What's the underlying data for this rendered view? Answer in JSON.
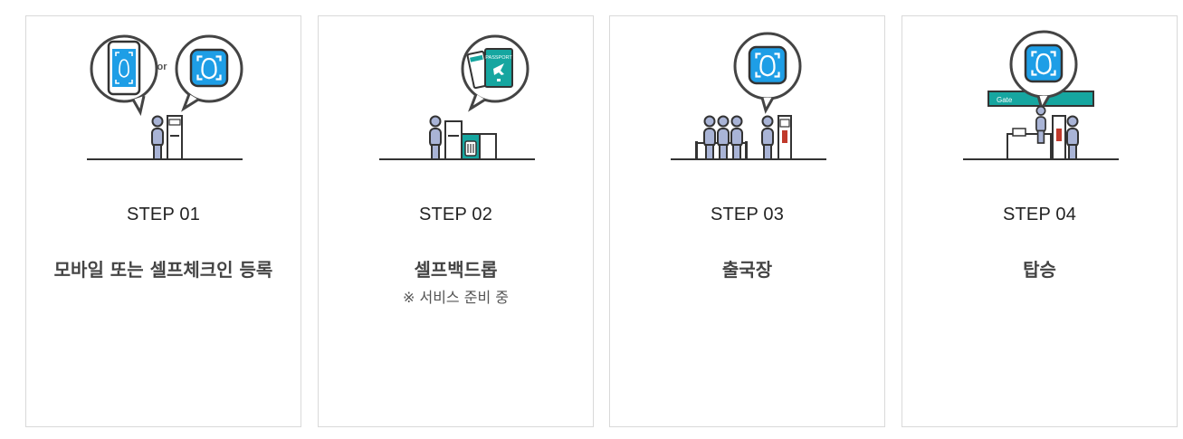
{
  "colors": {
    "accent_blue": "#1e9ee6",
    "accent_teal": "#16a6a0",
    "figure_blue": "#a9b4d6",
    "outline": "#333333"
  },
  "steps": [
    {
      "step_label": "STEP 01",
      "title": "모바일 또는 셀프체크인 등록",
      "illustration": {
        "bubble_text": "or",
        "icons": [
          "smartphone-face-scan-icon",
          "face-scan-icon",
          "person-icon",
          "kiosk-icon"
        ]
      }
    },
    {
      "step_label": "STEP 02",
      "title": "셀프백드롭",
      "note": "※ 서비스 준비 중",
      "illustration": {
        "passport_text": "PASSPORT",
        "icons": [
          "boarding-pass-icon",
          "passport-icon",
          "person-icon",
          "bag-drop-machine-icon"
        ]
      }
    },
    {
      "step_label": "STEP 03",
      "title": "출국장",
      "illustration": {
        "icons": [
          "face-scan-icon",
          "queue-people-icon",
          "gate-kiosk-icon"
        ]
      }
    },
    {
      "step_label": "STEP 04",
      "title": "탑승",
      "illustration": {
        "gate_sign_text": "Gate",
        "icons": [
          "face-scan-icon",
          "gate-sign-icon",
          "boarding-counter-icon",
          "person-icon"
        ]
      }
    }
  ]
}
